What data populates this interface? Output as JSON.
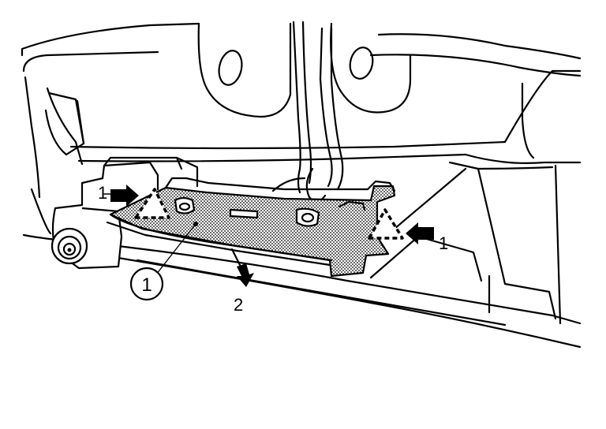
{
  "labels": {
    "clip_arrow_left": "1",
    "clip_arrow_right": "1",
    "pull_arrow": "2",
    "part_callout": "1"
  },
  "colors": {
    "ink": "#000000",
    "background": "#ffffff",
    "dot_shading": "#000000"
  }
}
